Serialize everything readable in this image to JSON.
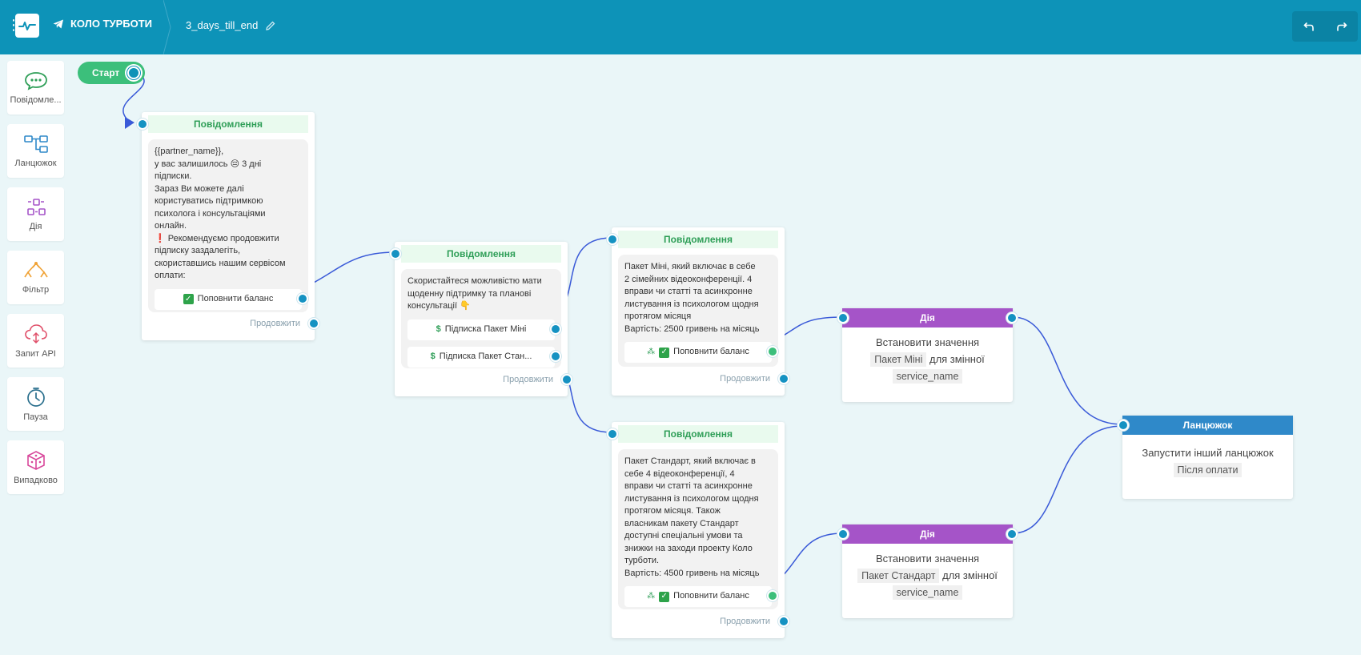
{
  "header": {
    "bot_name": "КОЛО ТУРБОТИ",
    "chain_name": "3_days_till_end"
  },
  "sidebar": {
    "items": [
      {
        "label": "Повідомле..."
      },
      {
        "label": "Ланцюжок"
      },
      {
        "label": "Дія"
      },
      {
        "label": "Фільтр"
      },
      {
        "label": "Запит API"
      },
      {
        "label": "Пауза"
      },
      {
        "label": "Випадково"
      }
    ]
  },
  "start": {
    "label": "Старт"
  },
  "node1": {
    "title": "Повідомлення",
    "lines": [
      "{{partner_name}},",
      "у вас залишилось 😔 3 дні",
      "підписки.",
      "Зараз Ви можете далі",
      "користуватись підтримкою",
      "психолога і консультаціями",
      "онлайн.",
      "❗ Рекомендуємо продовжити",
      "підписку заздалегіть,",
      "скориставшись нашим сервісом",
      "оплати:"
    ],
    "button": "Поповнити баланс",
    "continue": "Продовжити"
  },
  "node2": {
    "title": "Повідомлення",
    "lines": [
      "Скористайтеся можливістю мати",
      "щоденну підтримку та планові",
      "консультації 👇"
    ],
    "button1": "Підписка Пакет Міні",
    "button2": "Підписка Пакет Стан...",
    "continue": "Продовжити"
  },
  "node3": {
    "title": "Повідомлення",
    "lines": [
      "Пакет Міні, який включає в себе",
      "2 сімейних відеоконференції. 4",
      "вправи чи статті та асинхронне",
      "листування із психологом щодня",
      "протягом місяця",
      "Вартість: 2500 гривень на місяць"
    ],
    "button": "Поповнити баланс",
    "continue": "Продовжити"
  },
  "node4": {
    "title": "Повідомлення",
    "lines": [
      "Пакет Стандарт, який включає в",
      "себе 4 відеоконференції, 4",
      "вправи чи статті та асинхронне",
      "листування із психологом щодня",
      "протягом місяця. Також",
      "власникам пакету Стандарт",
      "доступні спеціальні умови та",
      "знижки на заходи проекту Коло",
      "турботи.",
      "Вартість: 4500 гривень на місяць"
    ],
    "button": "Поповнити баланс",
    "continue": "Продовжити"
  },
  "action1": {
    "title": "Дія",
    "line1": "Встановити значення",
    "value": "Пакет Міні",
    "mid": "для змінної",
    "variable": "service_name"
  },
  "action2": {
    "title": "Дія",
    "line1": "Встановити значення",
    "value": "Пакет Стандарт",
    "mid": "для змінної",
    "variable": "service_name"
  },
  "chain": {
    "title": "Ланцюжок",
    "line1": "Запустити інший ланцюжок",
    "target": "Після оплати"
  },
  "colors": {
    "header": "#0d93b8",
    "message_head": "#2e9e57",
    "action_head": "#a554c8",
    "chain_head": "#2f89c9",
    "port": "#1592c2",
    "start": "#3cbf7b"
  }
}
